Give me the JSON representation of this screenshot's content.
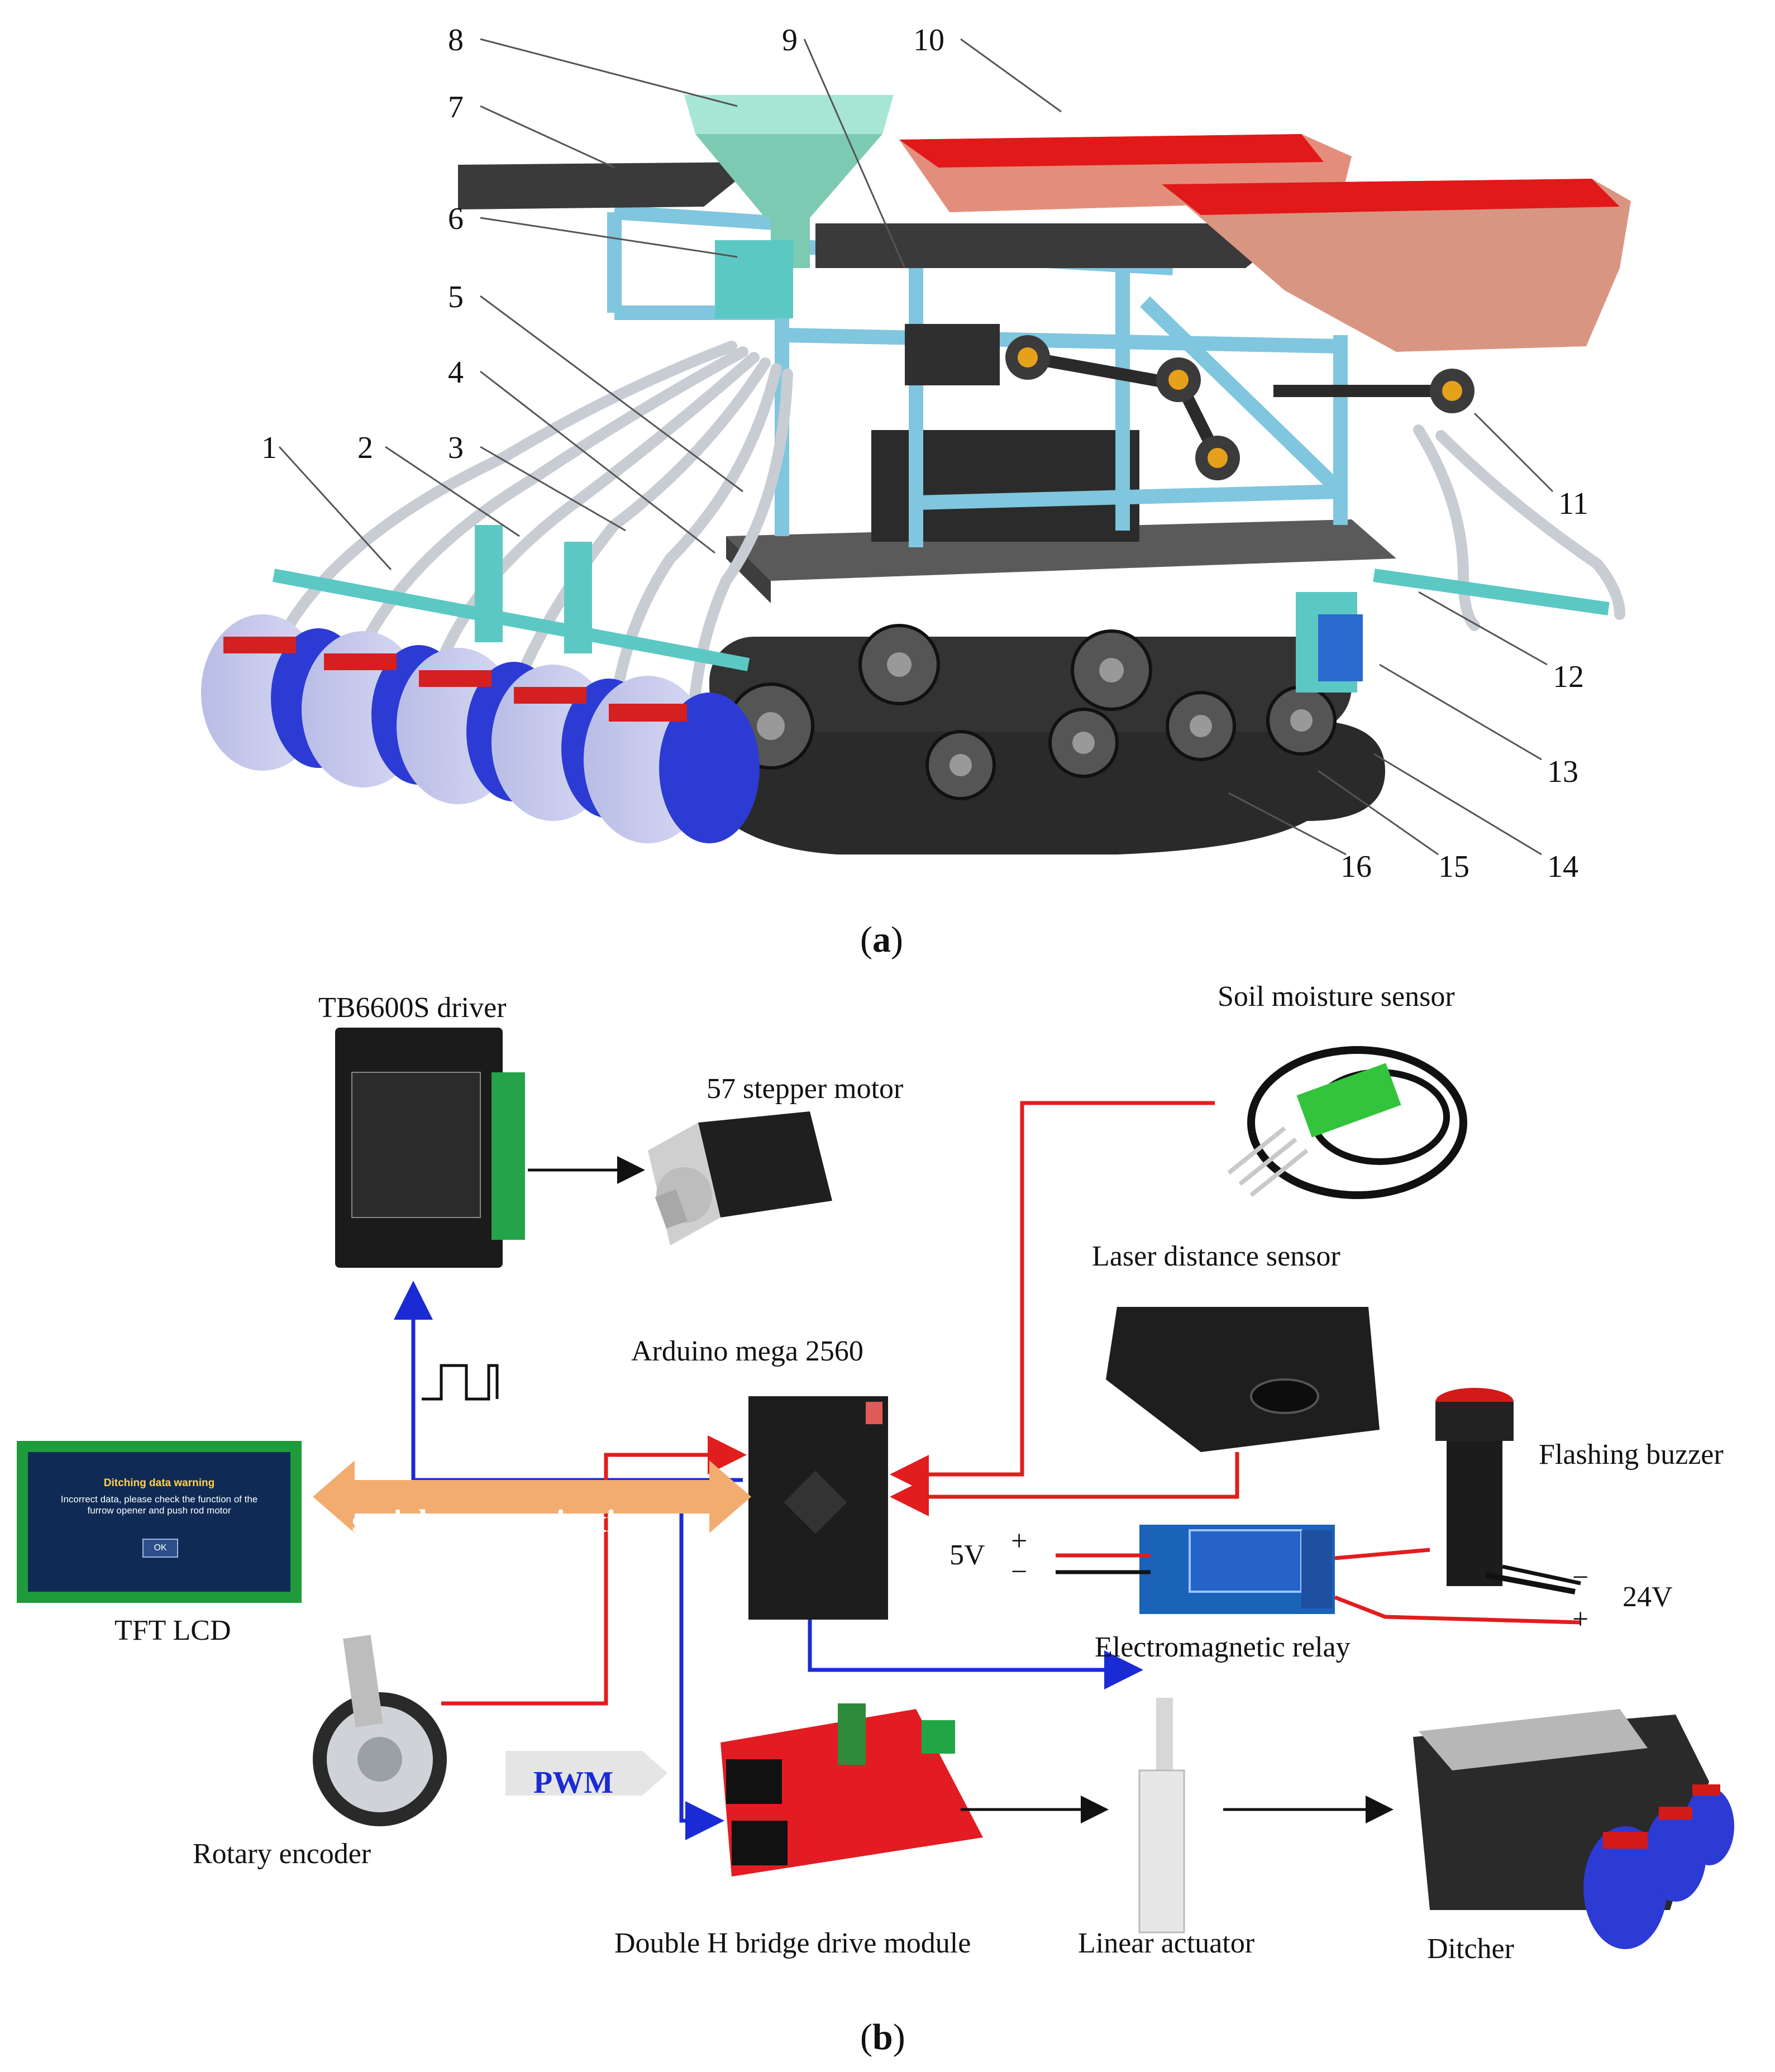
{
  "part_a": {
    "caption_letter": "a",
    "callouts": [
      "1",
      "2",
      "3",
      "4",
      "5",
      "6",
      "7",
      "8",
      "9",
      "10",
      "11",
      "12",
      "13",
      "14",
      "15",
      "16"
    ]
  },
  "part_b": {
    "caption_letter": "b",
    "labels": {
      "driver": "TB6600S driver",
      "stepper": "57 stepper motor",
      "soil_sensor": "Soil moisture sensor",
      "laser_sensor": "Laser distance sensor",
      "arduino": "Arduino mega 2560",
      "buzzer": "Flashing buzzer",
      "lcd": "TFT LCD",
      "relay": "Electromagnetic relay",
      "encoder": "Rotary encoder",
      "hbridge": "Double H bridge drive module",
      "actuator": "Linear actuator",
      "ditcher": "Ditcher",
      "serial": "serial communication",
      "pwm": "PWM",
      "v5": "5V",
      "v24": "24V",
      "plus": "+",
      "minus": "−"
    },
    "lcd_screen": {
      "title": "Ditching data warning",
      "message": "Incorrect data, please check the function of the furrow opener and push rod motor",
      "ok": "OK"
    }
  }
}
